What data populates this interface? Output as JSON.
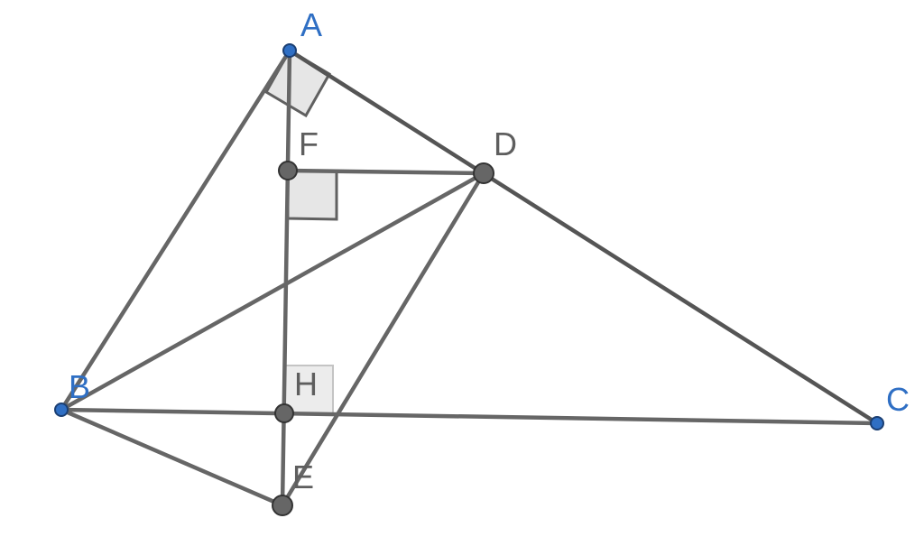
{
  "points": [
    {
      "id": "A",
      "label": "A",
      "kind": "free"
    },
    {
      "id": "B",
      "label": "B",
      "kind": "free"
    },
    {
      "id": "C",
      "label": "C",
      "kind": "free"
    },
    {
      "id": "D",
      "label": "D",
      "kind": "dependent"
    },
    {
      "id": "F",
      "label": "F",
      "kind": "dependent"
    },
    {
      "id": "H",
      "label": "H",
      "kind": "dependent"
    },
    {
      "id": "E",
      "label": "E",
      "kind": "dependent"
    }
  ],
  "segments": [
    "AB",
    "AC",
    "BC",
    "BD",
    "BE",
    "AE",
    "FD",
    "DE"
  ],
  "right_angles": [
    "BAC",
    "AFD",
    "AHC"
  ],
  "colors": {
    "free_point": "#2f6fc4",
    "dependent_point": "#666666",
    "segment": "#666666",
    "right_angle_fill": "#e6e6e6"
  }
}
